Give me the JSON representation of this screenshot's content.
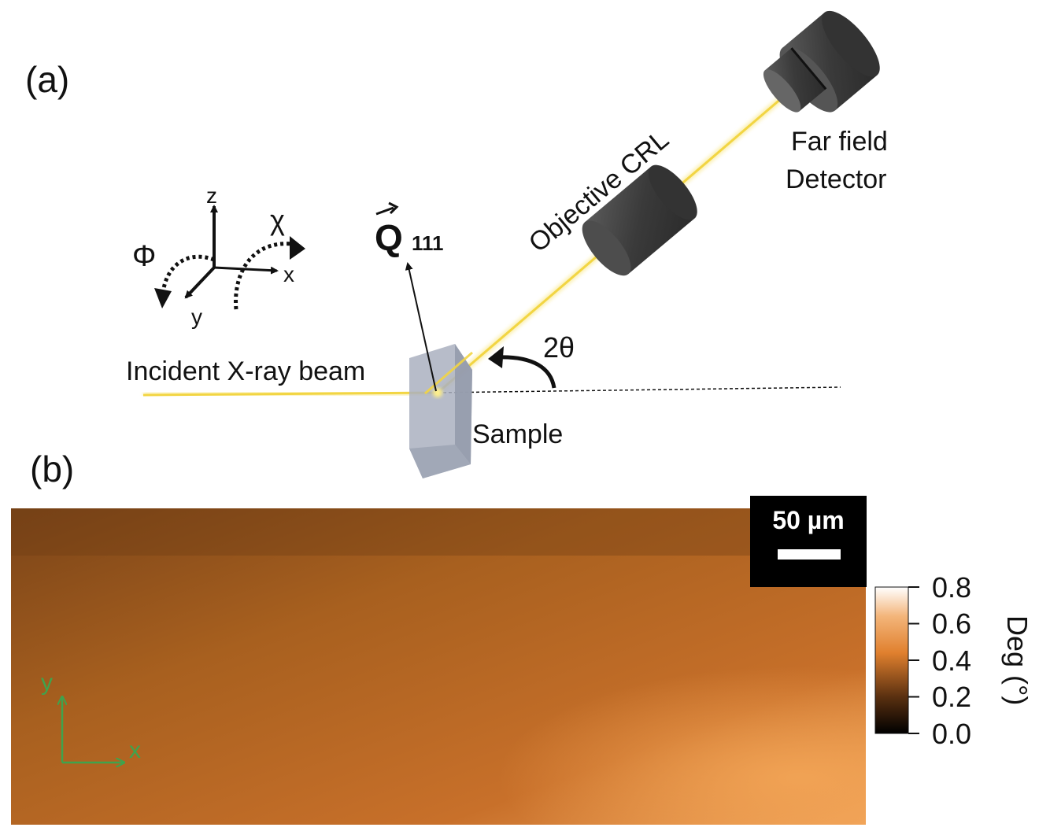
{
  "panel_a": {
    "panel_label": "(a)",
    "incident_label": "Incident X-ray beam",
    "sample_label": "Sample",
    "angle_label": "2θ",
    "vector_symbol": "Q",
    "vector_subscript": "111",
    "objective_label": "Objective CRL",
    "detector_label_line1": "Far field",
    "detector_label_line2": "Detector",
    "axis_x": "x",
    "axis_y": "y",
    "axis_z": "z",
    "rot_phi": "Φ",
    "rot_chi": "χ",
    "beam_color": "#f7e26b"
  },
  "panel_b": {
    "panel_label": "(b)",
    "scale_bar_label": "50 µm",
    "colorbar_title": "Deg (°)",
    "colorbar_ticks": [
      "0.8",
      "0.6",
      "0.4",
      "0.2",
      "0.0"
    ],
    "colorbar_range": [
      0.0,
      0.8
    ],
    "axis_x": "x",
    "axis_y": "y",
    "axis_color": "#3fa34d",
    "map_colors": [
      "#7a4418",
      "#a8601f",
      "#e98a35",
      "#f0a35a"
    ]
  }
}
